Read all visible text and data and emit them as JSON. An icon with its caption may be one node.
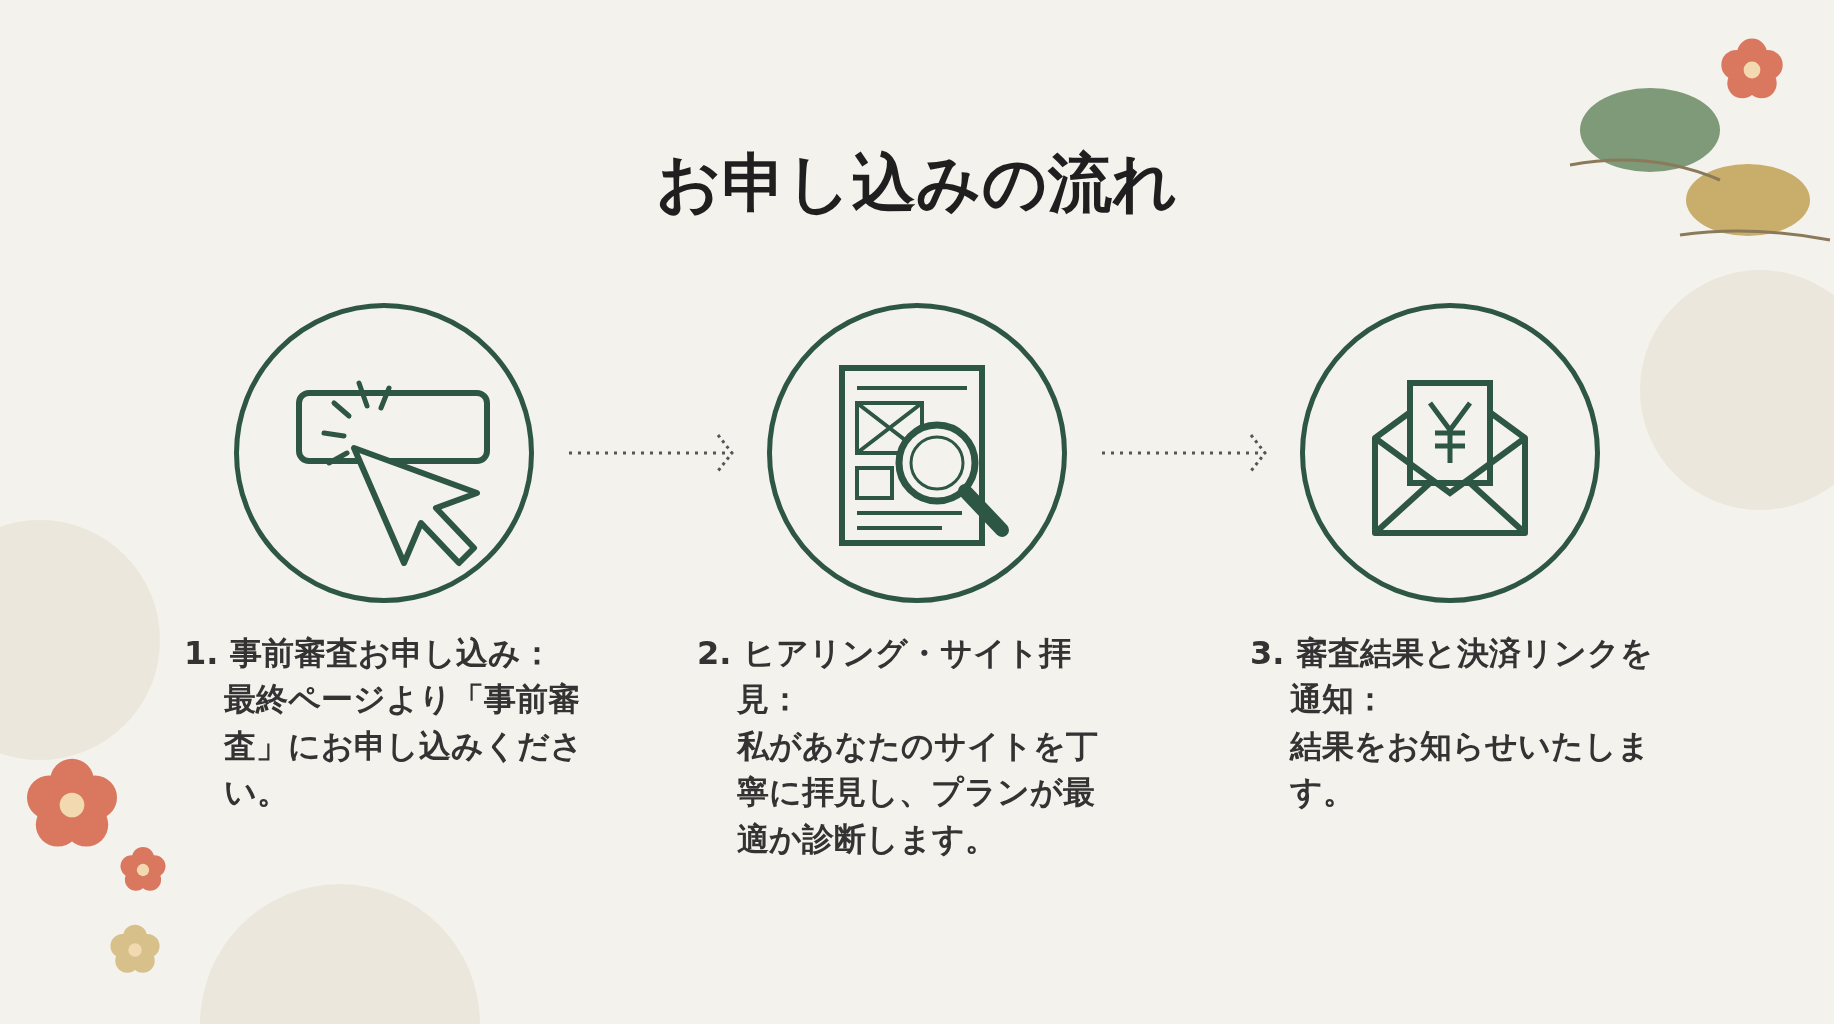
{
  "diagram": {
    "title": "お申し込みの流れ",
    "nodes": [
      {
        "text": [],
        "shape": "circle",
        "beside": [
          "1. 事前審査お申し込み：",
          "最終ページより「事前審査」にお申し込みください。"
        ]
      },
      {
        "text": [],
        "shape": "circle",
        "beside": [
          "2. ヒアリング・サイト拝見：",
          "私があなたのサイトを丁寧に拝見し、プランが最適か診断します。"
        ]
      },
      {
        "text": [],
        "shape": "circle",
        "beside": [
          "3. 審査結果と決済リンクを通知：",
          "結果をお知らせいたします。"
        ]
      }
    ],
    "edges": [
      {
        "from": 0,
        "to": 1,
        "arrow": "to",
        "style": "dashed"
      },
      {
        "from": 1,
        "to": 2,
        "arrow": "to",
        "style": "dashed"
      }
    ]
  }
}
